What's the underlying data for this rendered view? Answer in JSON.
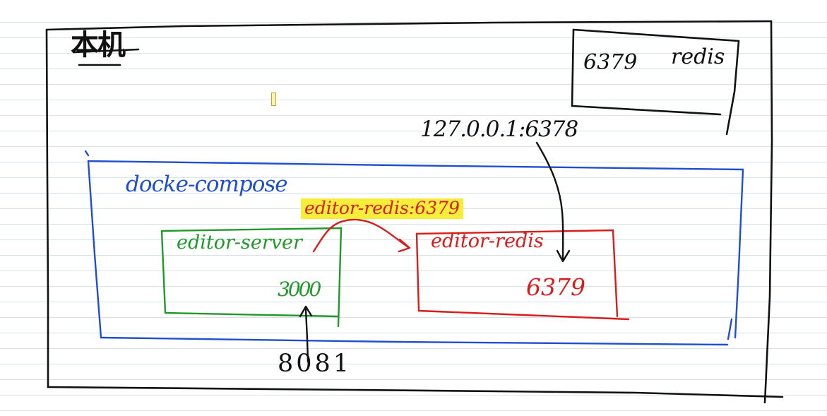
{
  "diagram": {
    "host": {
      "title": "本机"
    },
    "host_redis": {
      "port": "6379",
      "name": "redis"
    },
    "host_address": "127.0.0.1:6378",
    "compose": {
      "label": "docke-compose"
    },
    "link_label": "editor-redis:6379",
    "editor_server": {
      "name": "editor-server",
      "port": "3000"
    },
    "editor_redis": {
      "name": "editor-redis",
      "port": "6379"
    },
    "host_port": "8081",
    "colors": {
      "ink": "#111111",
      "compose": "#1f4fd0",
      "server": "#1f9a2a",
      "redis": "#d91c1c",
      "highlight": "#f7ee3a",
      "ruled_line": "#d9e4ee"
    }
  }
}
